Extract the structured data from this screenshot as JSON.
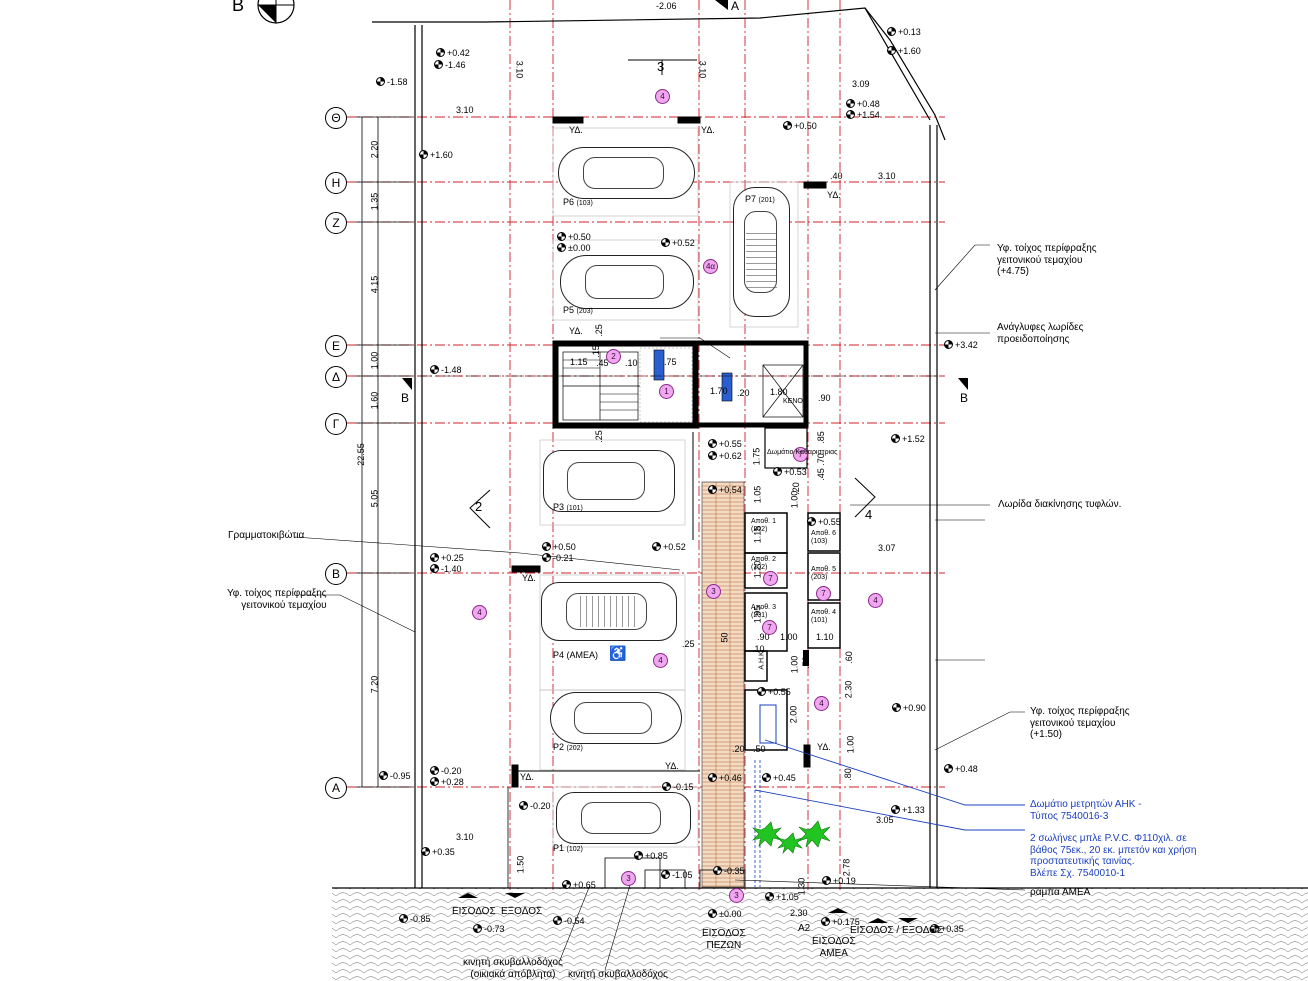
{
  "grid_lines": [
    "Θ",
    "Η",
    "Ζ",
    "Ε",
    "Δ",
    "Γ",
    "Β",
    "Α"
  ],
  "section_marks": {
    "top": "3",
    "left": "2",
    "right": "4",
    "top_letter": "A",
    "left_letter": "B",
    "right_letter": "B",
    "corner_letter": "B",
    "bottom_right": "Α2"
  },
  "dimensions_vertical": [
    "2.20",
    "1.35",
    "4.15",
    "1.00",
    "1.60",
    "5.05",
    "7.20",
    "22.55",
    "1.50"
  ],
  "dimensions_misc": [
    "3.10",
    "3.10",
    "3.10",
    "3.09",
    "3.10",
    "3.07",
    "3.05",
    "3.10",
    "-2.06",
    ".25",
    ".25",
    ".25",
    ".40",
    ".75",
    "1.15",
    ".15",
    ".45",
    ".10",
    "1.70",
    ".20",
    "1.80",
    "1.75",
    ".85",
    ".70",
    ".45",
    ".20",
    "1.05",
    "1.00",
    "1.15",
    "1.20",
    "1.95",
    ".90",
    "1.00",
    "1.10",
    "1.00",
    ".60",
    "2.30",
    "2.00",
    ".70",
    "1.00",
    ".80",
    "1.30",
    "2.30",
    "2.78",
    ".50",
    ".20",
    ".10",
    "50",
    ".90"
  ],
  "elevations": [
    "+0.42",
    "-1.46",
    "-1.58",
    "+0.13",
    "+1.60",
    "+0.48",
    "+1.54",
    "+0.50",
    "+1.60",
    "+0.50",
    "±0.00",
    "+0.52",
    "-1.48",
    "+3.42",
    "+0.55",
    "+0.62",
    "+0.55",
    "+0.53",
    "+1.52",
    "+0.54",
    "+0.50",
    "-0.21",
    "+0.52",
    "+0.25",
    "-1.40",
    "+0.55",
    "+0.90",
    "-0.20",
    "+0.28",
    "-0.95",
    "+0.46",
    "-0.15",
    "+0.45",
    "+0.48",
    "-0.20",
    "+1.33",
    "+0.35",
    "+0.85",
    "-1.05",
    "-0.35",
    "+0.19",
    "+0.65",
    "-0.85",
    "-0.73",
    "-0.54",
    "±0.00",
    "+1.05",
    "+0.175",
    "+0.35"
  ],
  "parking": [
    {
      "id": "P6",
      "code": "(103)"
    },
    {
      "id": "P7",
      "code": "(201)"
    },
    {
      "id": "P5",
      "code": "(203)"
    },
    {
      "id": "P3",
      "code": "(101)"
    },
    {
      "id": "P4 (ΑΜΕΑ)",
      "code": ""
    },
    {
      "id": "P2",
      "code": "(202)"
    },
    {
      "id": "P1",
      "code": "(102)"
    }
  ],
  "zones": [
    "4",
    "4α",
    "2",
    "1",
    "7",
    "3",
    "4",
    "4",
    "4",
    "7",
    "7",
    "7",
    "3",
    "3",
    "4"
  ],
  "storage": [
    {
      "name": "Αποθ. 1",
      "code": "(202)"
    },
    {
      "name": "Αποθ. 2",
      "code": "(102)"
    },
    {
      "name": "Αποθ. 3",
      "code": "(201)"
    },
    {
      "name": "Αποθ. 4",
      "code": "(101)"
    },
    {
      "name": "Αποθ. 5",
      "code": "(203)"
    },
    {
      "name": "Αποθ. 6",
      "code": "(103)"
    }
  ],
  "rooms": {
    "cleaning": "Δωμάτιο Καθαριστριας",
    "void": "ΚΕΝΟ",
    "ahk": "Α.Η.Κ."
  },
  "yd_label": "ΥΔ.",
  "annotations": {
    "wall_top_right": [
      "Υφ. τοίχος περίφραξης",
      "γειτονικού τεμαχίου",
      "(+4.75)"
    ],
    "warning_strips": [
      "Ανάγλυφες λωρίδες",
      "προειδοποίησης"
    ],
    "tactile_strip": "Λωρίδα διακίνησης τυφλών.",
    "mailboxes": "Γραμματοκιβώτια",
    "wall_left": [
      "Υφ. τοίχος περίφραξης",
      "γειτονικού τεμαχίου"
    ],
    "wall_bottom_right": [
      "Υφ. τοίχος περίφραξης",
      "γειτονικού τεμαχίου",
      "(+1.50)"
    ],
    "meter_room": [
      "Δωμάτιο μετρητών ΑΗΚ -",
      "Τύπος 7540016-3"
    ],
    "pipes": [
      "2 σωλήνες μπλε P.V.C. Φ110χιλ. σε",
      "βάθος 75εκ., 20 εκ. μπετόν και χρήση",
      "προστατευτικής ταινίας.",
      "Βλέπε Σχ. 7540010-1"
    ],
    "ramp": "ράμπα ΑΜΕΑ",
    "bin1": [
      "κινητή σκυβαλλοδόχος",
      "(οικιακά απόβλητα)"
    ],
    "bin2": "κινητή σκυβαλλοδόχος"
  },
  "entrances": {
    "e1": "ΕΙΣΟΔΟΣ",
    "e2": "ΕΞΟΔΟΣ",
    "pedestrian": [
      "ΕΙΣΟΔΟΣ",
      "ΠΕΖΩΝ"
    ],
    "disabled": [
      "ΕΙΣΟΔΟΣ",
      "ΑΜΕΑ"
    ],
    "e3": "ΕΙΣΟΔΟΣ / ΕΞΟΔΟΣ"
  },
  "colors": {
    "grid_red": "#d0202a",
    "zone_fill": "#f0a7f0",
    "note_blue": "#1a3fbf",
    "stair_blue": "#2a5fd0",
    "tree_green": "#22c422"
  }
}
